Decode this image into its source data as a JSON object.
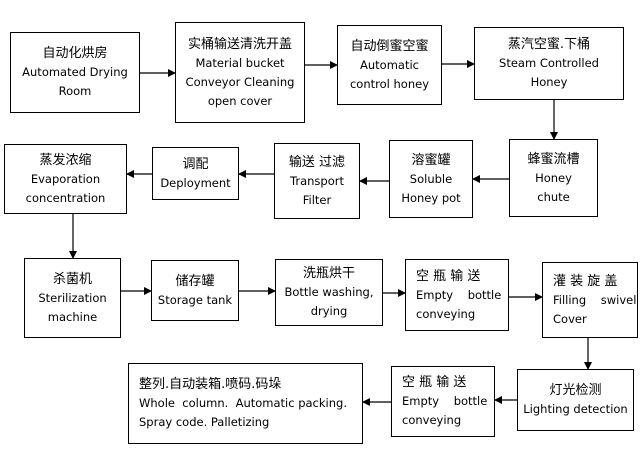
{
  "nodes": [
    {
      "id": "drying_room",
      "zh": "自动化烘房",
      "en": [
        "Automated Drying",
        "Room"
      ]
    },
    {
      "id": "bucket_conveyor",
      "zh": "实桶输送清洗开盖",
      "en": [
        "Material bucket",
        "Conveyor Cleaning",
        "open cover"
      ]
    },
    {
      "id": "inverted_honey",
      "zh": "自动倒蜜空蜜",
      "en": [
        "Automatic",
        "control honey"
      ]
    },
    {
      "id": "steam_honey",
      "zh": "蒸汽空蜜.下桶",
      "en": [
        "Steam Controlled",
        "Honey"
      ]
    },
    {
      "id": "honey_chute",
      "zh": "蜂蜜流槽",
      "en": [
        "Honey",
        "chute"
      ]
    },
    {
      "id": "soluble_pot",
      "zh": "溶蜜罐",
      "en": [
        "Soluble",
        "Honey pot"
      ]
    },
    {
      "id": "transport_filter",
      "zh": "输送 过滤",
      "en": [
        "Transport",
        "Filter"
      ]
    },
    {
      "id": "deployment",
      "zh": "调配",
      "en": [
        "Deployment"
      ]
    },
    {
      "id": "evaporation",
      "zh": "蒸发浓缩",
      "en": [
        "Evaporation",
        "concentration"
      ]
    },
    {
      "id": "sterilization",
      "zh": "杀菌机",
      "en": [
        "Sterilization",
        "machine"
      ]
    },
    {
      "id": "storage_tank",
      "zh": "储存罐",
      "en": [
        "Storage tank"
      ]
    },
    {
      "id": "bottle_washing",
      "zh": "洗瓶烘干",
      "en": [
        "Bottle washing,",
        "drying"
      ]
    },
    {
      "id": "empty_bottle_1",
      "zh": "空 瓶 输 送",
      "en": [
        "Empty    bottle",
        "conveying"
      ]
    },
    {
      "id": "filling",
      "zh": "灌 装 旋 盖",
      "en": [
        "Filling    swivel",
        "Cover"
      ]
    },
    {
      "id": "light_detection",
      "zh": "灯光检测",
      "en": [
        "Lighting detection"
      ]
    },
    {
      "id": "empty_bottle_2",
      "zh": "空 瓶 输 送",
      "en": [
        "Empty    bottle",
        "conveying"
      ]
    },
    {
      "id": "packing",
      "zh": "整列.自动装箱.喷码.码垛",
      "en": [
        "Whole  column.  Automatic packing.",
        "Spray code. Palletizing"
      ]
    }
  ],
  "edges": [
    [
      "drying_room",
      "bucket_conveyor"
    ],
    [
      "bucket_conveyor",
      "inverted_honey"
    ],
    [
      "inverted_honey",
      "steam_honey"
    ],
    [
      "steam_honey",
      "honey_chute"
    ],
    [
      "honey_chute",
      "soluble_pot"
    ],
    [
      "soluble_pot",
      "transport_filter"
    ],
    [
      "transport_filter",
      "deployment"
    ],
    [
      "deployment",
      "evaporation"
    ],
    [
      "evaporation",
      "sterilization"
    ],
    [
      "sterilization",
      "storage_tank"
    ],
    [
      "storage_tank",
      "bottle_washing"
    ],
    [
      "bottle_washing",
      "empty_bottle_1"
    ],
    [
      "empty_bottle_1",
      "filling"
    ],
    [
      "filling",
      "light_detection"
    ],
    [
      "light_detection",
      "empty_bottle_2"
    ],
    [
      "empty_bottle_2",
      "packing"
    ]
  ]
}
